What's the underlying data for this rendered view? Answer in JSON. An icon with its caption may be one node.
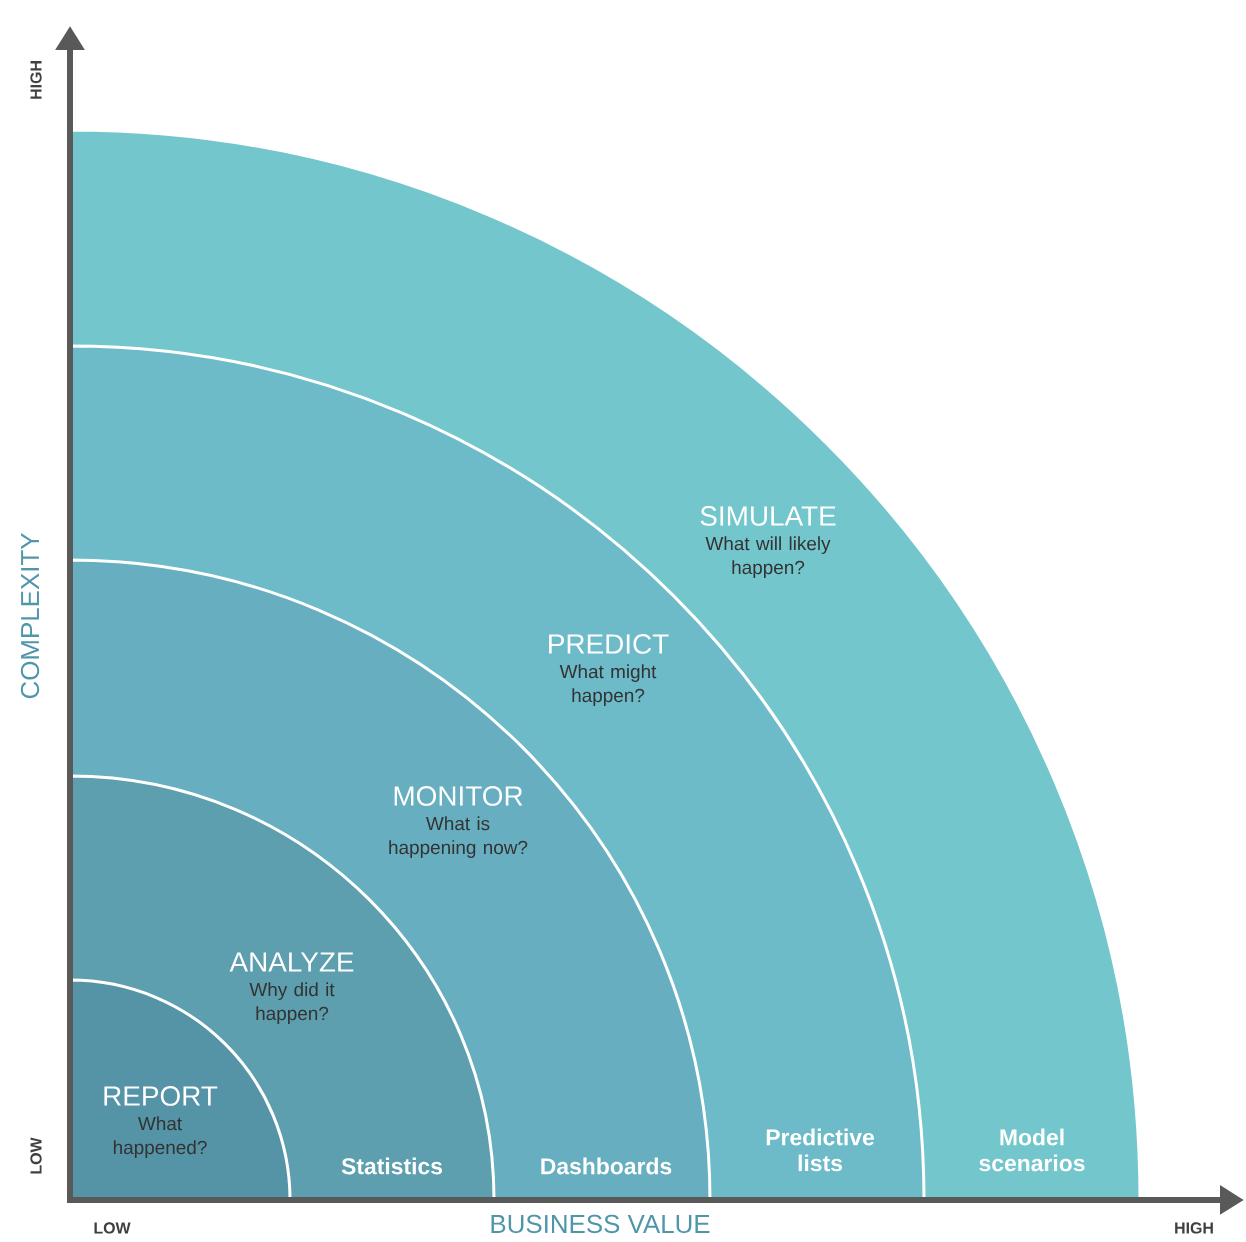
{
  "diagram": {
    "nodes": [
      {
        "text": [
          "REPORT",
          "What happened?"
        ],
        "in": 1
      },
      {
        "text": [
          "ANALYZE",
          "Why did it happen?",
          "Statistics"
        ],
        "in": 2
      },
      {
        "text": [
          "MONITOR",
          "What is happening now?",
          "Dashboards"
        ],
        "in": 3
      },
      {
        "text": [
          "PREDICT",
          "What might happen?",
          "Predictive lists"
        ],
        "in": 4
      },
      {
        "text": [
          "SIMULATE",
          "What will likely happen?",
          "Model scenarios"
        ]
      }
    ],
    "labels": [
      "HIGH",
      "COMPLEXITY",
      "LOW",
      "LOW",
      "BUSINESS VALUE",
      "HIGH"
    ]
  }
}
